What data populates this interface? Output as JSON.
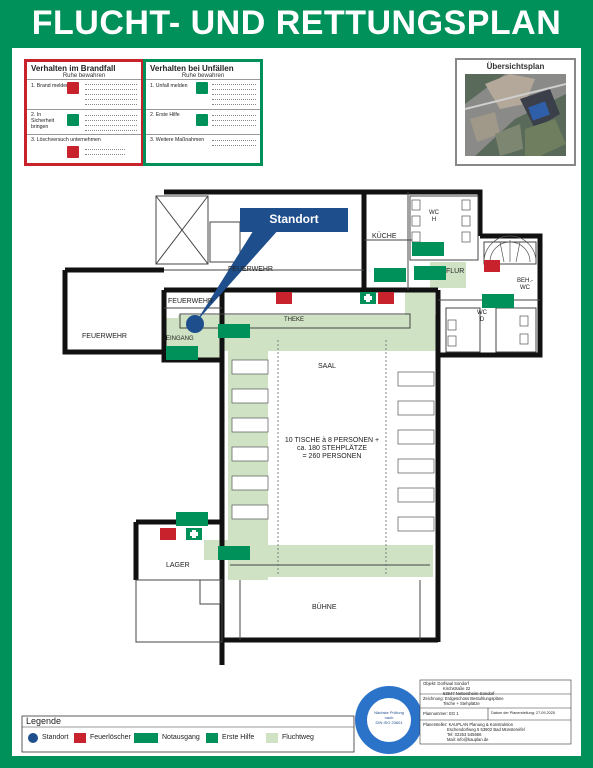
{
  "title": "FLUCHT- UND RETTUNGSPLAN",
  "fire_box": {
    "heading": "Verhalten im Brandfall",
    "subheading": "Ruhe bewahren",
    "steps": [
      "1. Brand melden",
      "2. In Sicherheit bringen",
      "3. Löschversuch unternehmen"
    ]
  },
  "accident_box": {
    "heading": "Verhalten bei Unfällen",
    "subheading": "Ruhe bewahren",
    "steps": [
      "1. Unfall melden",
      "2. Erste Hilfe",
      "3. Weitere Maßnahmen"
    ]
  },
  "overview": {
    "heading": "Übersichtsplan"
  },
  "location_callout": "Standort",
  "rooms": {
    "feuerwehr_top": "FEUERWEHR",
    "feuerwehr_mid": "FEUERWEHR",
    "feuerwehr_left": "FEUERWEHR",
    "eingang": "EINGANG",
    "kueche": "KÜCHE",
    "wc_h": "WC H",
    "flur": "FLUR",
    "beh_wc": "BEH.- WC",
    "wc_d": "WC D",
    "theke": "THEKE",
    "saal": "SAAL",
    "lager": "LAGER",
    "buehne": "BÜHNE"
  },
  "capacity_note": [
    "10 TISCHE à 8 PERSONEN +",
    "ca. 180 STEHPLÄTZE",
    "= 260 PERSONEN"
  ],
  "legend": {
    "heading": "Legende",
    "items": [
      "Standort",
      "Feuerlöscher",
      "Notausgang",
      "Erste Hilfe",
      "Fluchtweg"
    ]
  },
  "inspection_badge": [
    "Nächste Prüfung",
    "nach",
    "DIN ISO 23601"
  ],
  "info_block": {
    "object_lines": [
      "Objekt: Dorfsaal Sondorf",
      "Kirchstraße 22",
      "53947 Nettersheim-Sondorf"
    ],
    "drawing_lines": [
      "Zeichnung: Erdgeschoss Bestuhlungspläne",
      "Tische + Stehplätze"
    ],
    "plan_number": "Plannummer: EG 1",
    "plan_date": "Datum der Planerstellung: 27.09.2025",
    "author_lines": [
      "Planersteller: KAUPLAN Planung & Konstruktion",
      "Eschendorfweg 5 53902 Bad Münstereifel",
      "Tel: 02253 545666",
      "Mail: info@kauplan.de"
    ]
  },
  "colors": {
    "safety_green": "#00905a",
    "fire_red": "#c8232c",
    "escape_route": "#cfe3c4",
    "location_blue": "#1f4e8c"
  }
}
